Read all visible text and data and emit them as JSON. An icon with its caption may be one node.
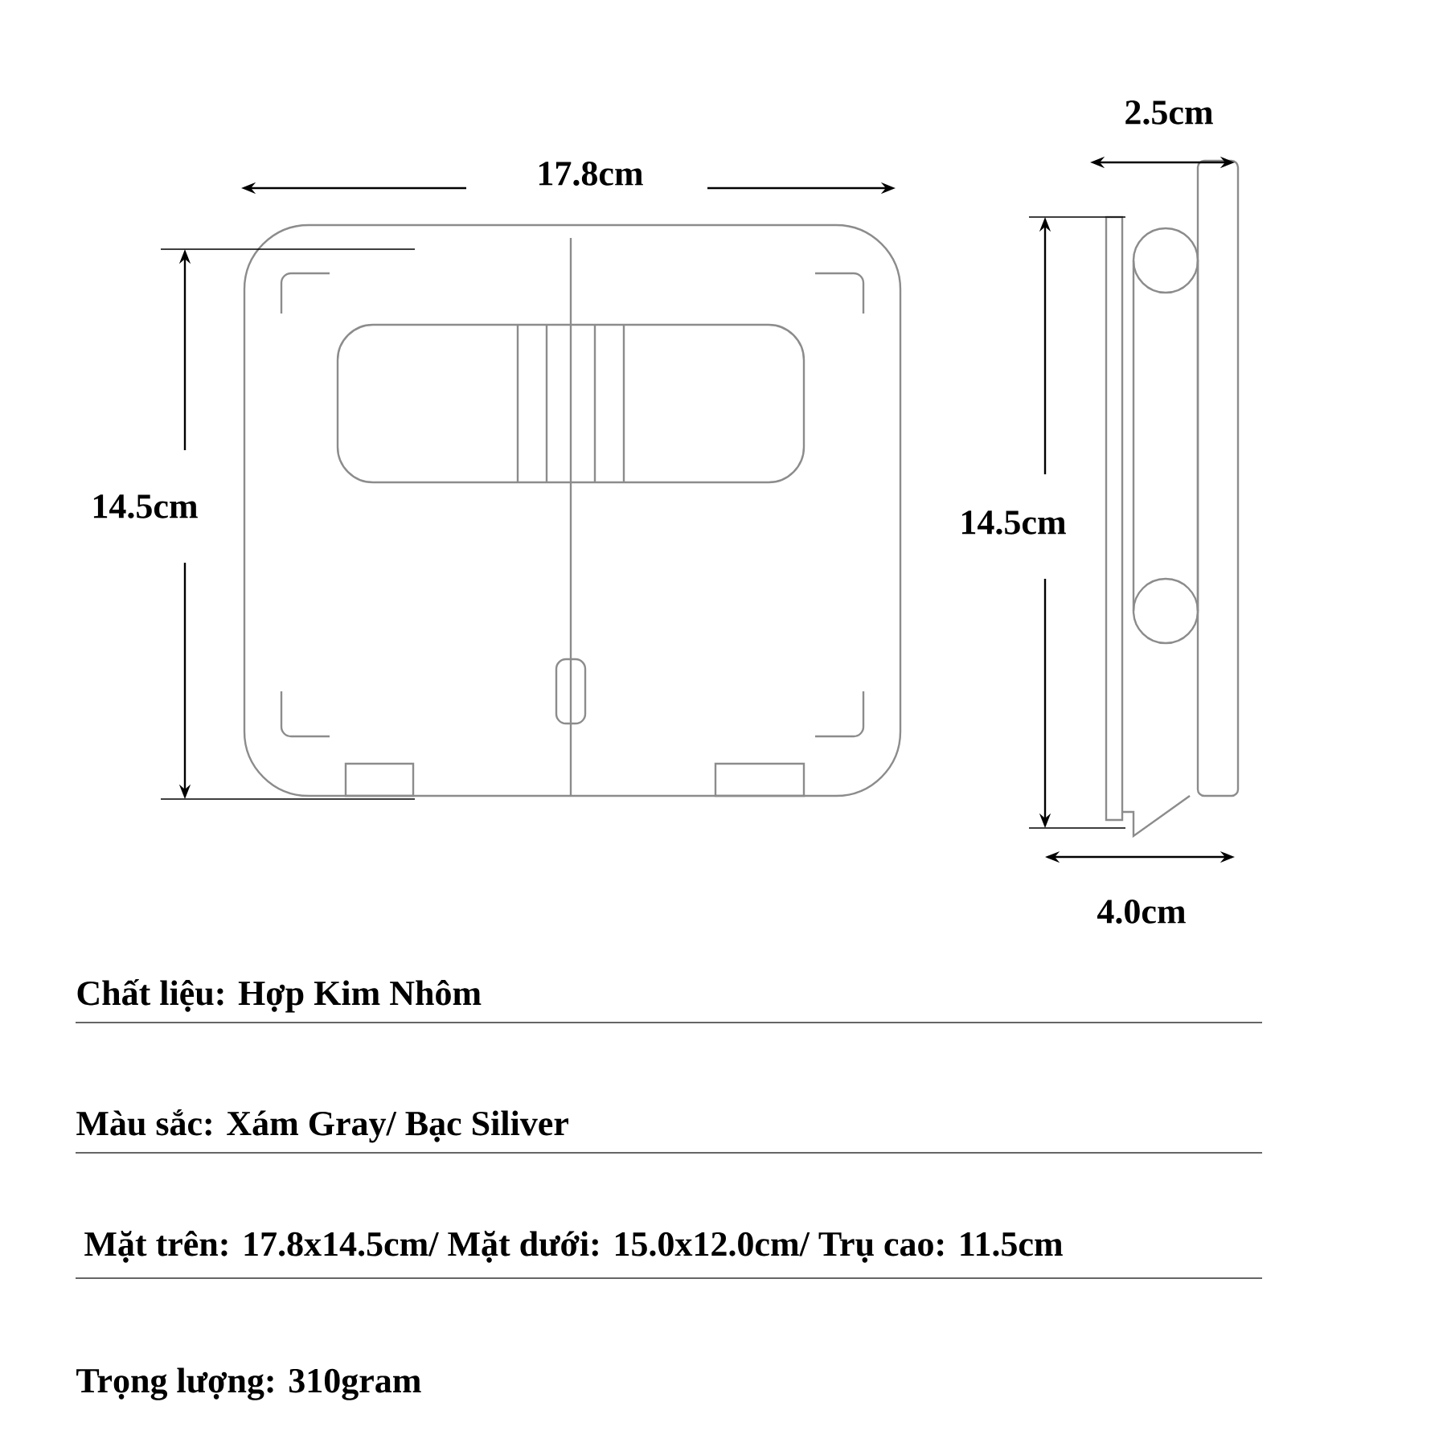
{
  "diagram": {
    "labels": [
      "17.8cm",
      "2.5cm",
      "14.5cm",
      "14.5cm",
      "4.0cm",
      "Chất liệu: Hợp Kim Nhôm",
      "Màu sắc: Xám Gray/ Bạc Siliver",
      "Mặt trên: 17.8x14.5cm/ Mặt dưới: 15.0x12.0cm/ Trụ cao: 11.5cm",
      "Trọng lượng:  310gram"
    ]
  }
}
